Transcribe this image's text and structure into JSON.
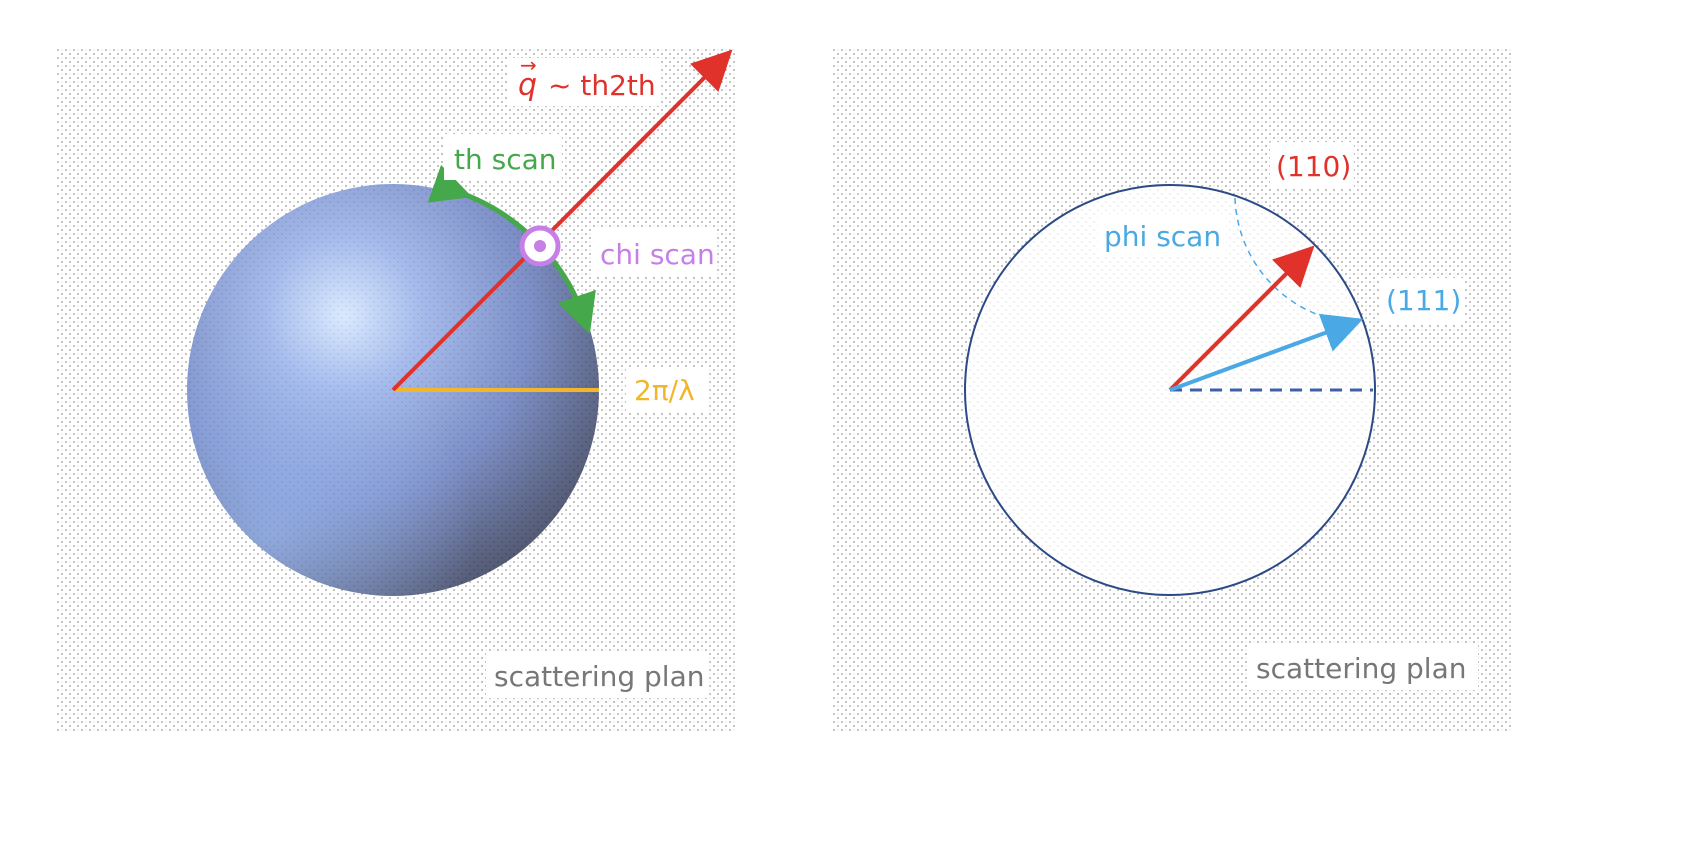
{
  "left_panel": {
    "q_symbol": "q",
    "q_label": "~ th2th",
    "th_scan_label": "th scan",
    "chi_scan_label": "chi scan",
    "radius_label": "2π/λ",
    "plane_label": "scattering plan"
  },
  "right_panel": {
    "label_110": "(110)",
    "label_111": "(111)",
    "phi_scan_label": "phi scan",
    "plane_label": "scattering plan"
  },
  "colors": {
    "q_vector": "#e0312a",
    "th_scan": "#45a84a",
    "chi_scan": "#c77fe8",
    "radius": "#f2b62c",
    "sphere": "#5b78c4",
    "circle_outline": "#2c4a86",
    "vector_110": "#e0312a",
    "vector_111": "#4aa9e4",
    "phi_scan": "#4aa9e4",
    "plane_text": "#777777",
    "plane_background": "#f1f1f1"
  }
}
